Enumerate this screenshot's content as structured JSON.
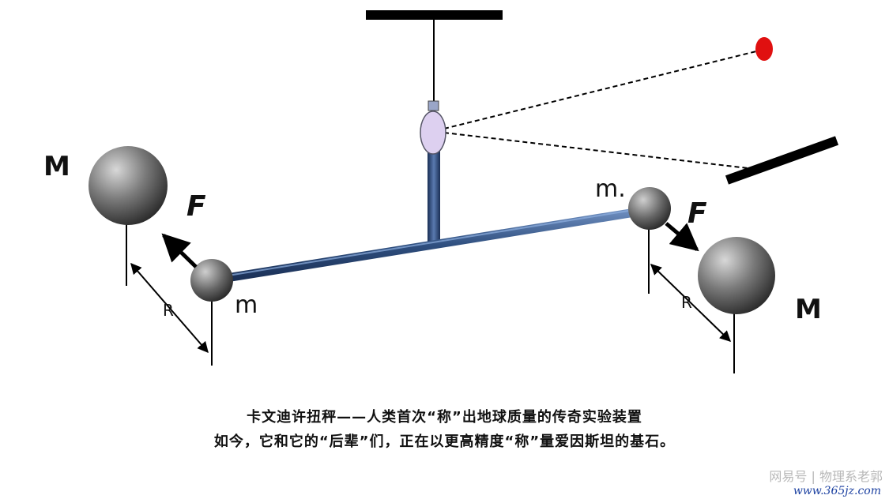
{
  "labels": {
    "M_left": "M",
    "M_right": "M",
    "F_left": "F",
    "F_right": "F",
    "m_left": "m",
    "m_right": "m.",
    "R_left": "R",
    "R_right": "R"
  },
  "caption": {
    "line1": "卡文迪许扭秤——人类首次“称”出地球质量的传奇实验装置",
    "line2": "如今，它和它的“后辈”们，正在以更高精度“称”量爱因斯坦的基石。"
  },
  "watermark": {
    "text": "网易号 | 物理系老郭",
    "site": "www.365jz.com"
  },
  "colors": {
    "beam": "#2f4f7f",
    "mirror": "#ddd0f0",
    "laser_dot": "#e01010",
    "sphere": "#6e6e6e"
  }
}
